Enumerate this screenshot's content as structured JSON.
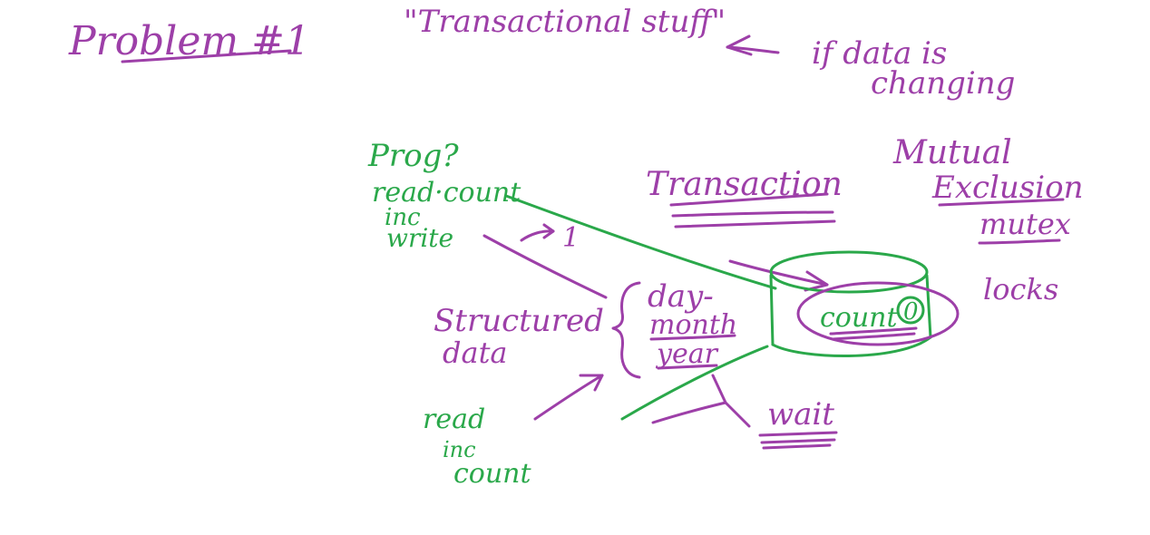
{
  "colors": {
    "purple_ink": "#9d3fa8",
    "green_ink": "#2aa84a",
    "background": "#ffffff"
  },
  "notes": {
    "title": "Problem #1",
    "subtitle": "\"Transactional stuff\"",
    "if_data_line1": "if data is",
    "if_data_line2": "changing",
    "prog": "Prog?",
    "read_count": "read·count",
    "inc": "inc",
    "write": "write",
    "arrow_one": "1",
    "transaction": "Transaction",
    "mutual": "Mutual",
    "exclusion": "Exclusion",
    "mutex": "mutex",
    "locks": "locks",
    "structured": "Structured",
    "data": "data",
    "day": "day-",
    "month": "month",
    "year": "year",
    "count": "count",
    "count_value": "0",
    "wait": "wait",
    "read": "read",
    "inc2": "inc",
    "count2": "count"
  }
}
